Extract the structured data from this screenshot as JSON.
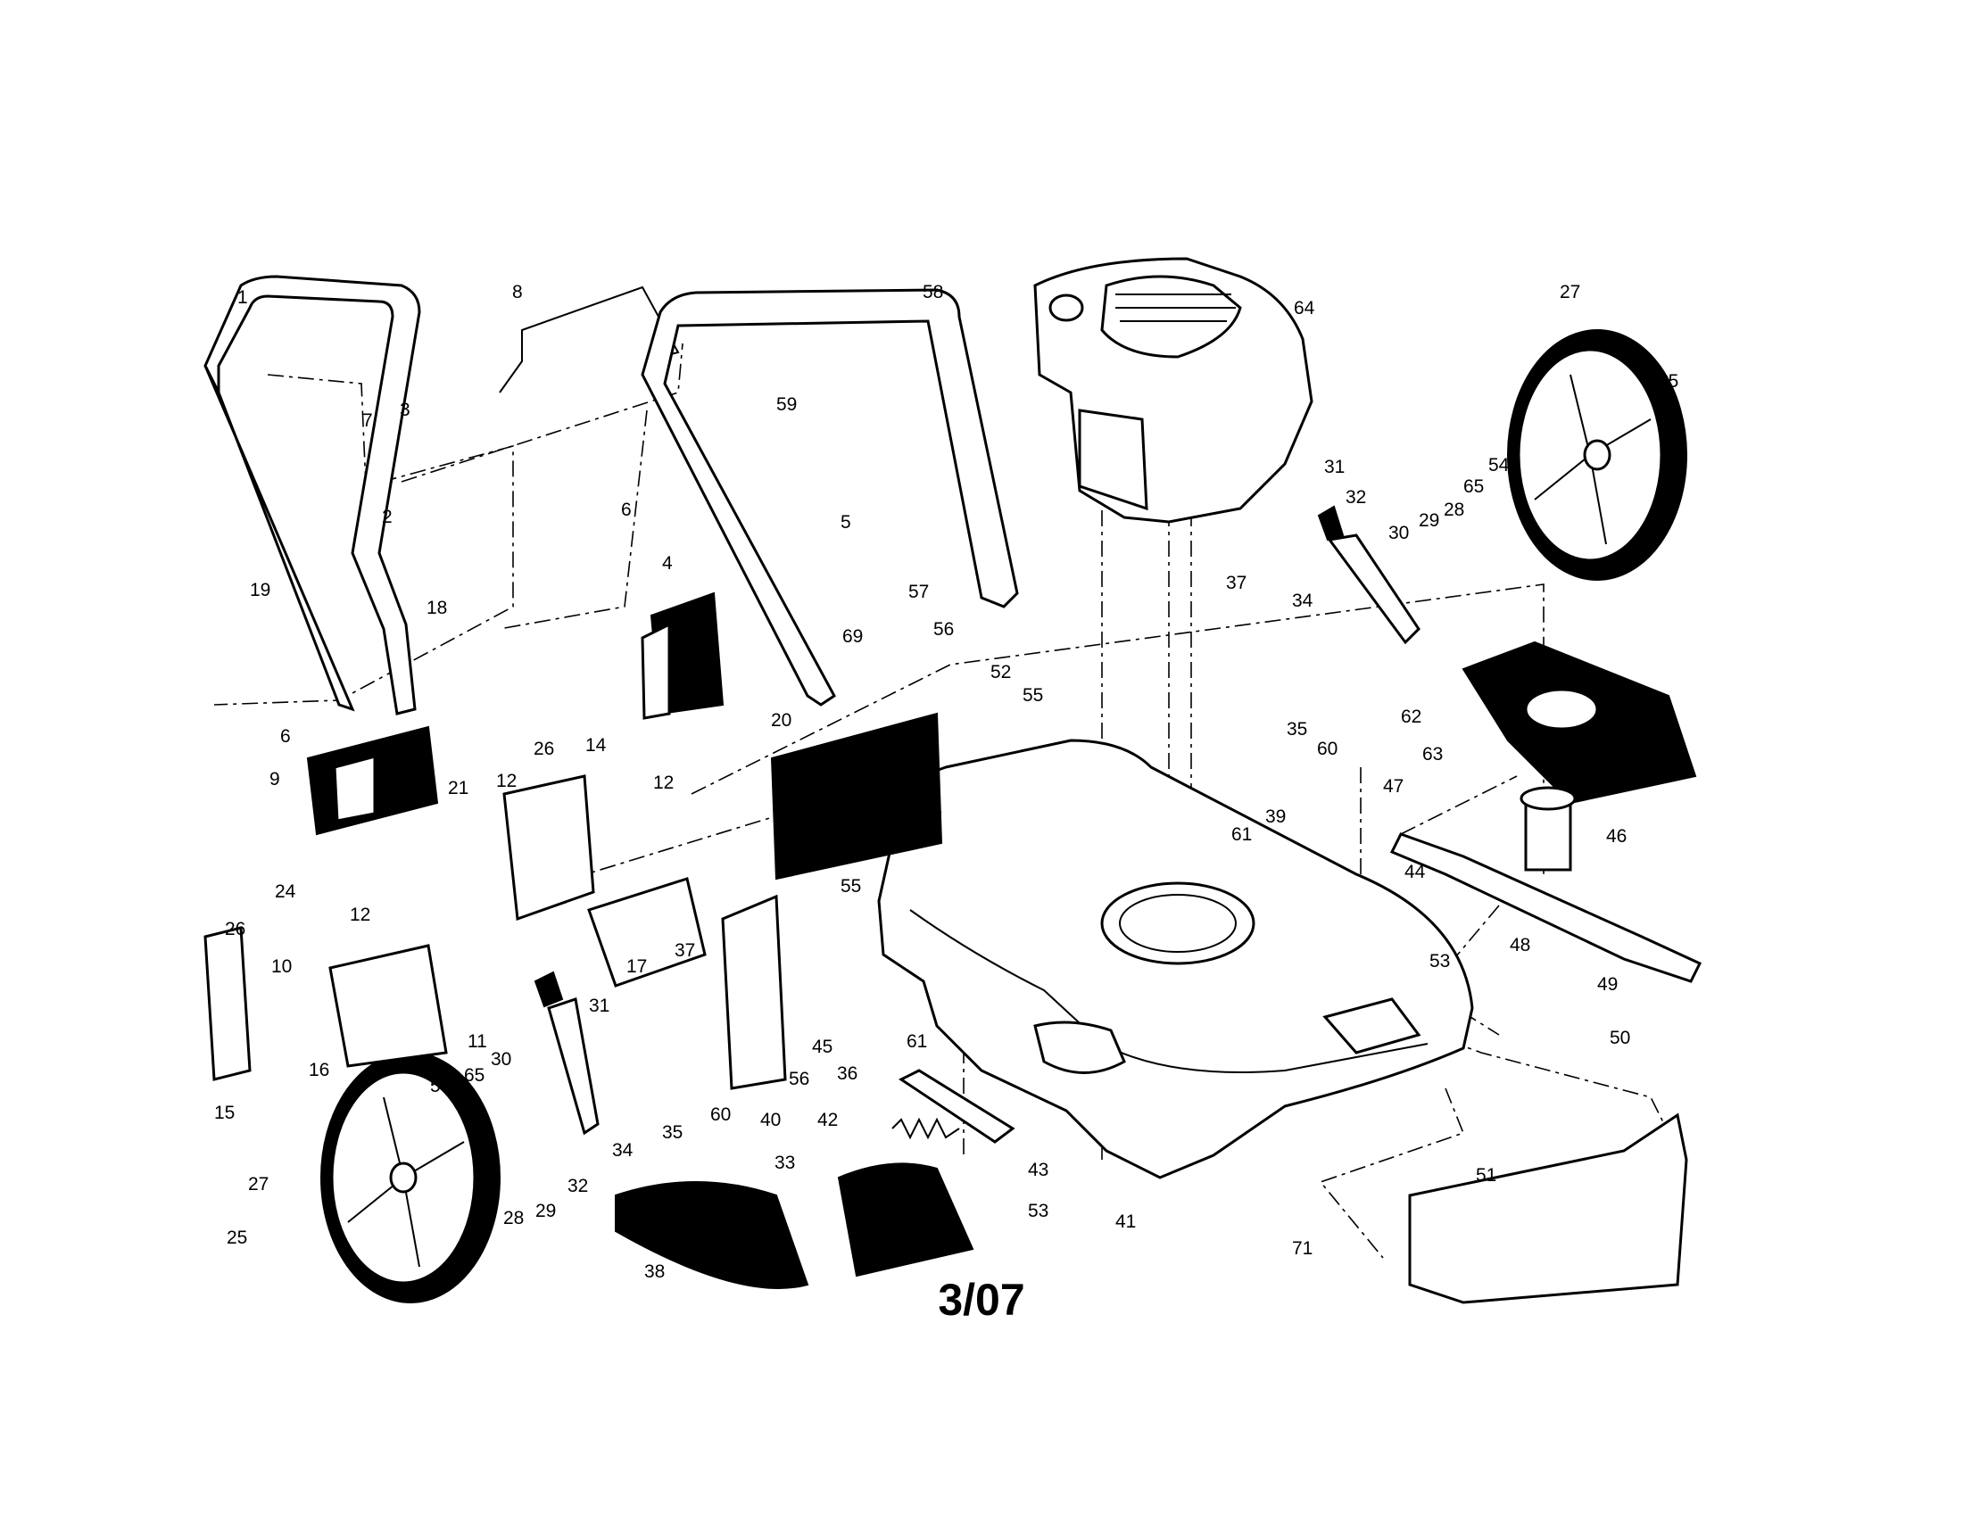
{
  "diagram": {
    "page_date": "3/07",
    "callouts": [
      {
        "id": "c1",
        "label": "1"
      },
      {
        "id": "c8",
        "label": "8"
      },
      {
        "id": "c58",
        "label": "58"
      },
      {
        "id": "c64",
        "label": "64"
      },
      {
        "id": "c27a",
        "label": "27"
      },
      {
        "id": "c25a",
        "label": "25"
      },
      {
        "id": "c7",
        "label": "7"
      },
      {
        "id": "c3",
        "label": "3"
      },
      {
        "id": "c59",
        "label": "59"
      },
      {
        "id": "c31a",
        "label": "31"
      },
      {
        "id": "c32a",
        "label": "32"
      },
      {
        "id": "c54a",
        "label": "54"
      },
      {
        "id": "c65a",
        "label": "65"
      },
      {
        "id": "c2",
        "label": "2"
      },
      {
        "id": "c5",
        "label": "5"
      },
      {
        "id": "c6a",
        "label": "6"
      },
      {
        "id": "c4",
        "label": "4"
      },
      {
        "id": "c30a",
        "label": "30"
      },
      {
        "id": "c29a",
        "label": "29"
      },
      {
        "id": "c28a",
        "label": "28"
      },
      {
        "id": "c19",
        "label": "19"
      },
      {
        "id": "c18",
        "label": "18"
      },
      {
        "id": "c57",
        "label": "57"
      },
      {
        "id": "c37a",
        "label": "37"
      },
      {
        "id": "c34a",
        "label": "34"
      },
      {
        "id": "c69",
        "label": "69"
      },
      {
        "id": "c56a",
        "label": "56"
      },
      {
        "id": "c52",
        "label": "52"
      },
      {
        "id": "c55a",
        "label": "55"
      },
      {
        "id": "c62",
        "label": "62"
      },
      {
        "id": "c6b",
        "label": "6"
      },
      {
        "id": "c26a",
        "label": "26"
      },
      {
        "id": "c21",
        "label": "21"
      },
      {
        "id": "c20",
        "label": "20"
      },
      {
        "id": "c35a",
        "label": "35"
      },
      {
        "id": "c60a",
        "label": "60"
      },
      {
        "id": "c63",
        "label": "63"
      },
      {
        "id": "c9",
        "label": "9"
      },
      {
        "id": "c14",
        "label": "14"
      },
      {
        "id": "c12a",
        "label": "12"
      },
      {
        "id": "c12b",
        "label": "12"
      },
      {
        "id": "c47",
        "label": "47"
      },
      {
        "id": "c46",
        "label": "46"
      },
      {
        "id": "c39",
        "label": "39"
      },
      {
        "id": "c61a",
        "label": "61"
      },
      {
        "id": "c24",
        "label": "24"
      },
      {
        "id": "c55b",
        "label": "55"
      },
      {
        "id": "c44",
        "label": "44"
      },
      {
        "id": "c26b",
        "label": "26"
      },
      {
        "id": "c12c",
        "label": "12"
      },
      {
        "id": "c37b",
        "label": "37"
      },
      {
        "id": "c48",
        "label": "48"
      },
      {
        "id": "c53a",
        "label": "53"
      },
      {
        "id": "c49",
        "label": "49"
      },
      {
        "id": "c10",
        "label": "10"
      },
      {
        "id": "c17",
        "label": "17"
      },
      {
        "id": "c31b",
        "label": "31"
      },
      {
        "id": "c11",
        "label": "11"
      },
      {
        "id": "c16",
        "label": "16"
      },
      {
        "id": "c45",
        "label": "45"
      },
      {
        "id": "c61b",
        "label": "61"
      },
      {
        "id": "c50",
        "label": "50"
      },
      {
        "id": "c30b",
        "label": "30"
      },
      {
        "id": "c56b",
        "label": "56"
      },
      {
        "id": "c36",
        "label": "36"
      },
      {
        "id": "c15",
        "label": "15"
      },
      {
        "id": "c54b",
        "label": "54"
      },
      {
        "id": "c65b",
        "label": "65"
      },
      {
        "id": "c60b",
        "label": "60"
      },
      {
        "id": "c40",
        "label": "40"
      },
      {
        "id": "c42",
        "label": "42"
      },
      {
        "id": "c35b",
        "label": "35"
      },
      {
        "id": "c34b",
        "label": "34"
      },
      {
        "id": "c33",
        "label": "33"
      },
      {
        "id": "c43",
        "label": "43"
      },
      {
        "id": "c51",
        "label": "51"
      },
      {
        "id": "c27b",
        "label": "27"
      },
      {
        "id": "c32b",
        "label": "32"
      },
      {
        "id": "c53b",
        "label": "53"
      },
      {
        "id": "c41",
        "label": "41"
      },
      {
        "id": "c28b",
        "label": "28"
      },
      {
        "id": "c29b",
        "label": "29"
      },
      {
        "id": "c71",
        "label": "71"
      },
      {
        "id": "c25b",
        "label": "25"
      },
      {
        "id": "c38",
        "label": "38"
      }
    ]
  }
}
